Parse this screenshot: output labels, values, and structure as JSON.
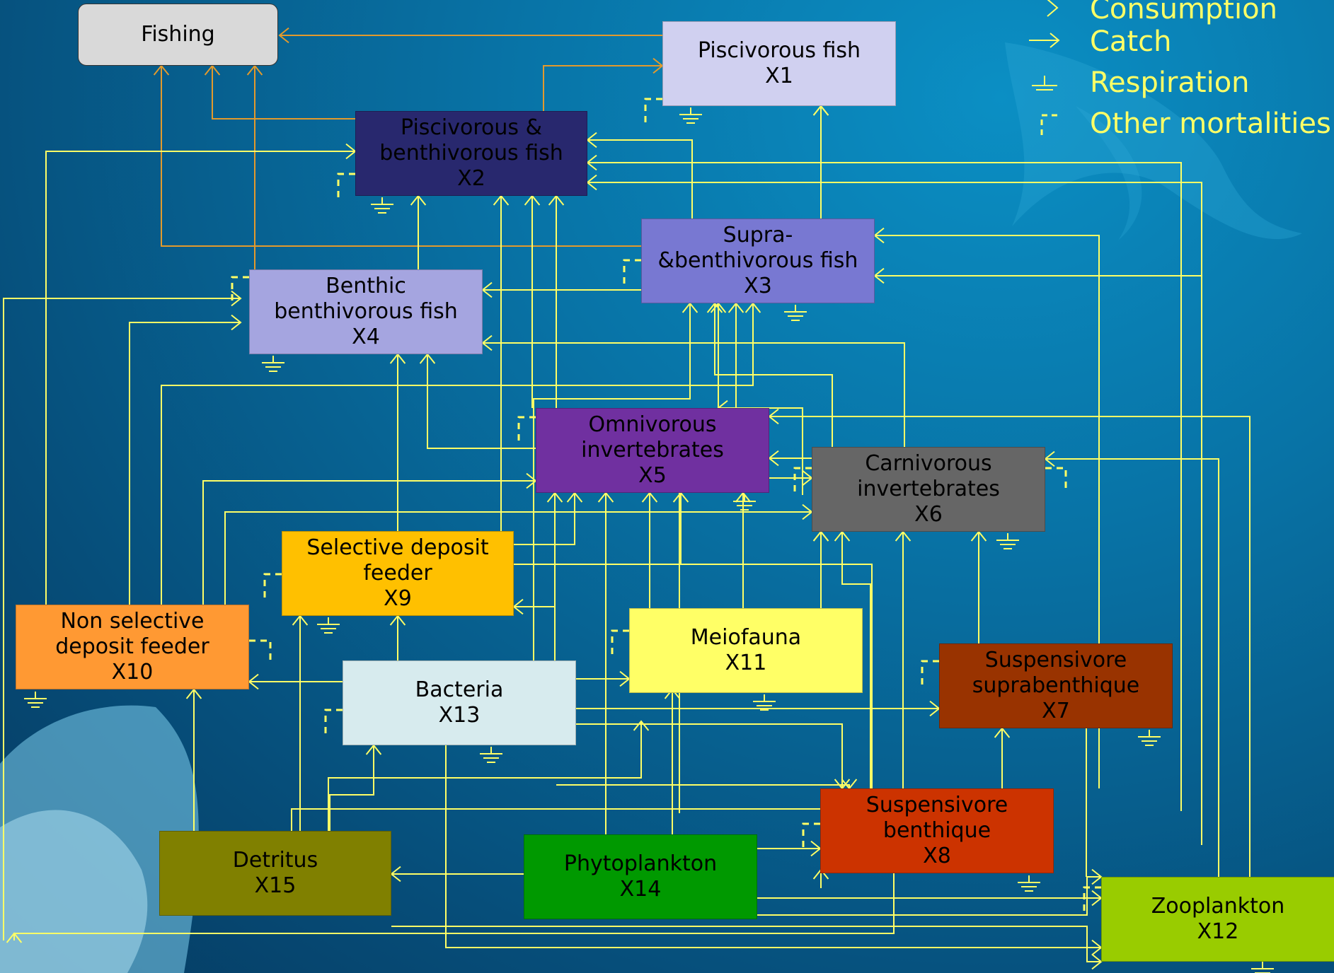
{
  "nodes": [
    {
      "id": "fishing",
      "lines": [
        "Fishing"
      ],
      "fill": "#d9d9d9",
      "text": "#000000"
    },
    {
      "id": "x1",
      "lines": [
        "Piscivorous fish",
        "X1"
      ],
      "fill": "#d0d0f0",
      "text": "#000000"
    },
    {
      "id": "x2",
      "lines": [
        "Piscivorous &",
        "benthivorous fish",
        "X2"
      ],
      "fill": "#28286e",
      "text": "#000000"
    },
    {
      "id": "x3",
      "lines": [
        "Supra-",
        "&benthivorous fish",
        "X3"
      ],
      "fill": "#7878d2",
      "text": "#000000"
    },
    {
      "id": "x4",
      "lines": [
        "Benthic",
        "benthivorous fish",
        "X4"
      ],
      "fill": "#a5a5e0",
      "text": "#000000"
    },
    {
      "id": "x5",
      "lines": [
        "Omnivorous",
        "invertebrates",
        "X5"
      ],
      "fill": "#7030a0",
      "text": "#000000"
    },
    {
      "id": "x6",
      "lines": [
        "Carnivorous",
        "invertebrates",
        "X6"
      ],
      "fill": "#666666",
      "text": "#000000"
    },
    {
      "id": "x9",
      "lines": [
        "Selective deposit",
        "feeder",
        "X9"
      ],
      "fill": "#ffc000",
      "text": "#000000"
    },
    {
      "id": "x10",
      "lines": [
        "Non selective",
        "deposit feeder",
        "X10"
      ],
      "fill": "#ff9933",
      "text": "#000000"
    },
    {
      "id": "x11",
      "lines": [
        "Meiofauna",
        "X11"
      ],
      "fill": "#ffff66",
      "text": "#000000"
    },
    {
      "id": "x7",
      "lines": [
        "Suspensivore",
        "suprabenthique",
        "X7"
      ],
      "fill": "#993300",
      "text": "#000000"
    },
    {
      "id": "x13",
      "lines": [
        "Bacteria",
        "X13"
      ],
      "fill": "#d7ebee",
      "text": "#000000"
    },
    {
      "id": "x8",
      "lines": [
        "Suspensivore",
        "benthique",
        "X8"
      ],
      "fill": "#cc3300",
      "text": "#000000"
    },
    {
      "id": "x15",
      "lines": [
        "Detritus",
        "X15"
      ],
      "fill": "#808000",
      "text": "#000000"
    },
    {
      "id": "x14",
      "lines": [
        "Phytoplankton",
        "X14"
      ],
      "fill": "#009900",
      "text": "#000000"
    },
    {
      "id": "x12",
      "lines": [
        "Zooplankton",
        "X12"
      ],
      "fill": "#99cc00",
      "text": "#000000"
    }
  ],
  "legend": [
    {
      "id": "consumption",
      "label": "Consumption",
      "symbol": "arrow-open-icon"
    },
    {
      "id": "catch",
      "label": "Catch",
      "symbol": "arrow-line-icon"
    },
    {
      "id": "respiration",
      "label": "Respiration",
      "symbol": "ground-icon"
    },
    {
      "id": "mortality",
      "label": "Other mortalities",
      "symbol": "dashed-bracket-icon"
    }
  ],
  "colors": {
    "consumption": "#ffff66",
    "catch": "#e39a2c",
    "legend_text": "#ffff66"
  }
}
